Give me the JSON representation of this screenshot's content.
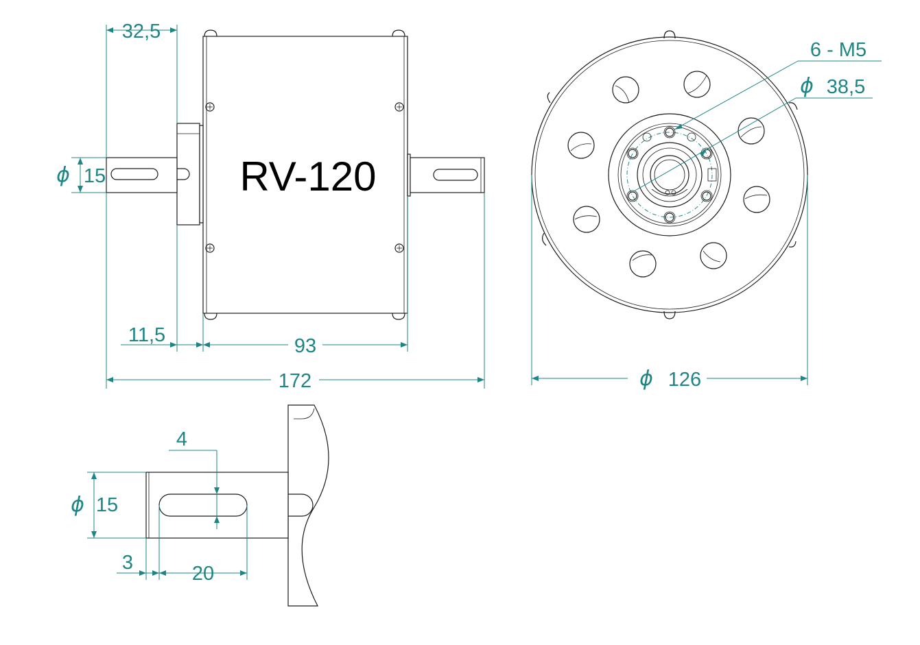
{
  "model_label": "RV-120",
  "front_view": {
    "dim_width_top": "32,5",
    "dim_shaft_diameter_phi": "ϕ",
    "dim_shaft_diameter": "15",
    "dim_flange": "11,5",
    "dim_body": "93",
    "dim_overall": "172"
  },
  "side_view": {
    "dim_threads": "6 - M5",
    "dim_bolt_circle_phi": "ϕ",
    "dim_bolt_circle": "38,5",
    "dim_outer_phi": "ϕ",
    "dim_outer": "126"
  },
  "detail_view": {
    "dim_key_width": "4",
    "dim_shaft_phi": "ϕ",
    "dim_shaft": "15",
    "dim_key_offset": "3",
    "dim_key_length": "20"
  },
  "colors": {
    "dimension": "#1e8585",
    "outline": "#1a1a1a"
  }
}
